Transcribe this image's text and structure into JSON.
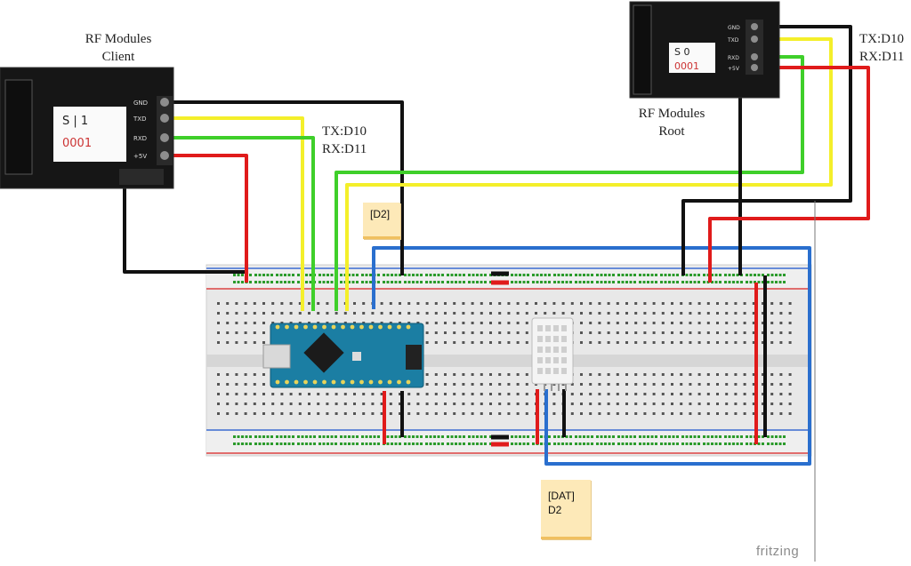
{
  "labels": {
    "client_title_line1": "RF Modules",
    "client_title_line2": "Client",
    "root_title_line1": "RF Modules",
    "root_title_line2": "Root",
    "client_txrx_line1": "TX:D10",
    "client_txrx_line2": "RX:D11",
    "root_txrx_line1": "TX:D10",
    "root_txrx_line2": "RX:D11"
  },
  "notes": {
    "d2": "D2",
    "dat_line1": "DAT",
    "dat_line2": "D2"
  },
  "client_module": {
    "pins": [
      "GND",
      "TXD",
      "RXD",
      "+5V"
    ],
    "label_text": "S | 1",
    "id_text": "0001"
  },
  "root_module": {
    "pins": [
      "GND",
      "TXD",
      "RXD",
      "+5V"
    ],
    "label_text": "S 0",
    "id_text": "0001"
  },
  "brand": "fritzing",
  "colors": {
    "gnd_wire": "#111111",
    "tx_wire": "#f4ef2a",
    "rx_wire": "#3fcf2a",
    "vcc_wire": "#e01b1b",
    "data_wire": "#2a6fce",
    "breadboard": "#e6e6e6",
    "arduino": "#1b7ea3",
    "note": "#fde9b8"
  }
}
